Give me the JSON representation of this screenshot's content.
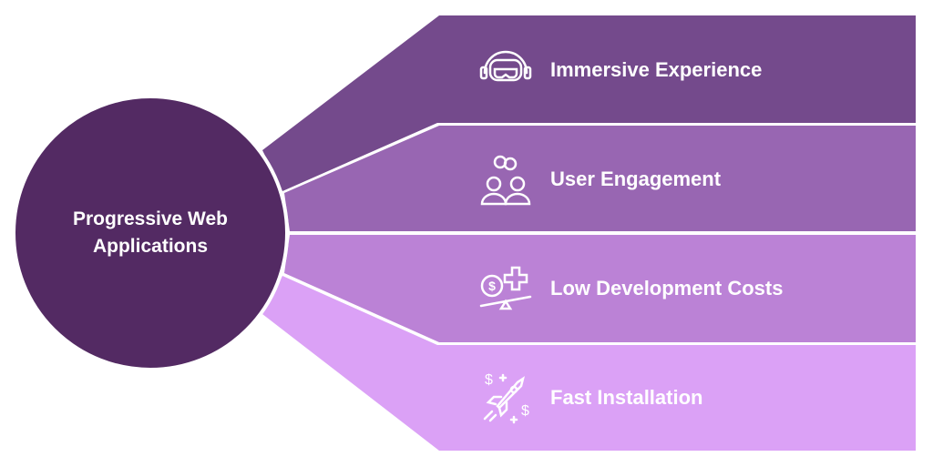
{
  "center": {
    "line1": "Progressive Web",
    "line2": "Applications",
    "color": "#532a63"
  },
  "items": [
    {
      "label": "Immersive Experience",
      "icon": "vr-headset-icon",
      "color": "#744a8c"
    },
    {
      "label": "User Engagement",
      "icon": "users-link-icon",
      "color": "#9866b2"
    },
    {
      "label": "Low Development Costs",
      "icon": "cost-balance-icon",
      "color": "#bb82d6"
    },
    {
      "label": "Fast Installation",
      "icon": "rocket-icon",
      "color": "#dba1f6"
    }
  ]
}
